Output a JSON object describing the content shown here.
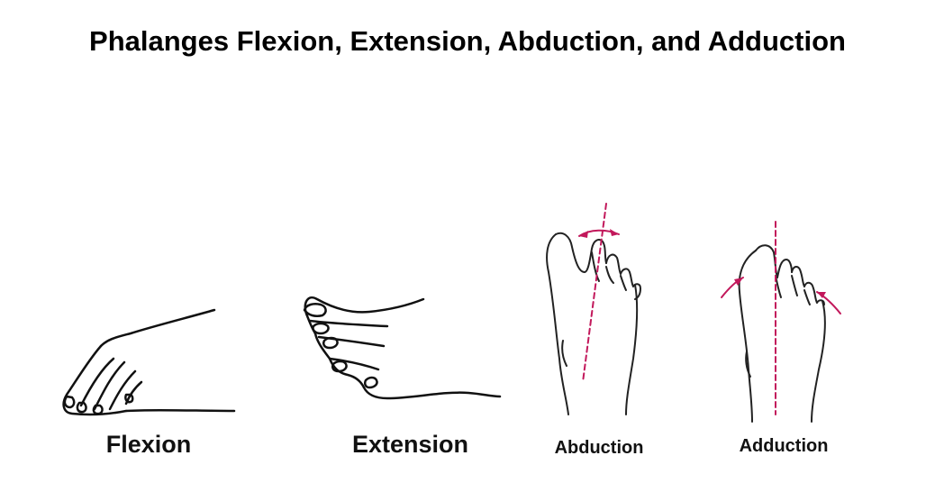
{
  "title": "Phalanges Flexion, Extension, Abduction, and Adduction",
  "panels": [
    {
      "label": "Flexion",
      "figure_icon": "foot-flexion-icon"
    },
    {
      "label": "Extension",
      "figure_icon": "foot-extension-icon"
    },
    {
      "label": "Abduction",
      "figure_icon": "foot-abduction-icon"
    },
    {
      "label": "Adduction",
      "figure_icon": "foot-adduction-icon"
    }
  ],
  "colors": {
    "line": "#111111",
    "arrow": "#c2185b"
  }
}
